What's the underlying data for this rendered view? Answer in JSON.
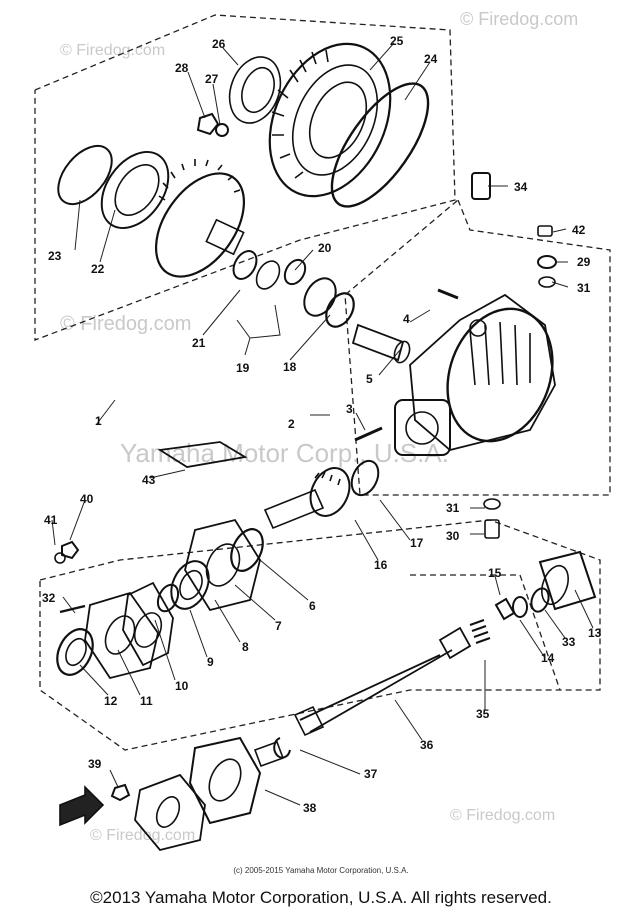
{
  "watermarks": {
    "firedog": "© Firedog.com",
    "center": "Yamaha Motor Corp., U.S.A."
  },
  "labels": [
    "1",
    "2",
    "3",
    "4",
    "5",
    "6",
    "7",
    "8",
    "9",
    "10",
    "11",
    "12",
    "13",
    "14",
    "15",
    "16",
    "17",
    "18",
    "19",
    "20",
    "21",
    "22",
    "23",
    "24",
    "25",
    "26",
    "27",
    "28",
    "29",
    "30",
    "31",
    "31",
    "32",
    "33",
    "34",
    "35",
    "36",
    "37",
    "38",
    "39",
    "40",
    "41",
    "42",
    "43"
  ],
  "small_copyright": "(c) 2005-2015 Yamaha Motor Corporation, U.S.A.",
  "footer": "©2013 Yamaha Motor Corporation, U.S.A. All rights reserved."
}
